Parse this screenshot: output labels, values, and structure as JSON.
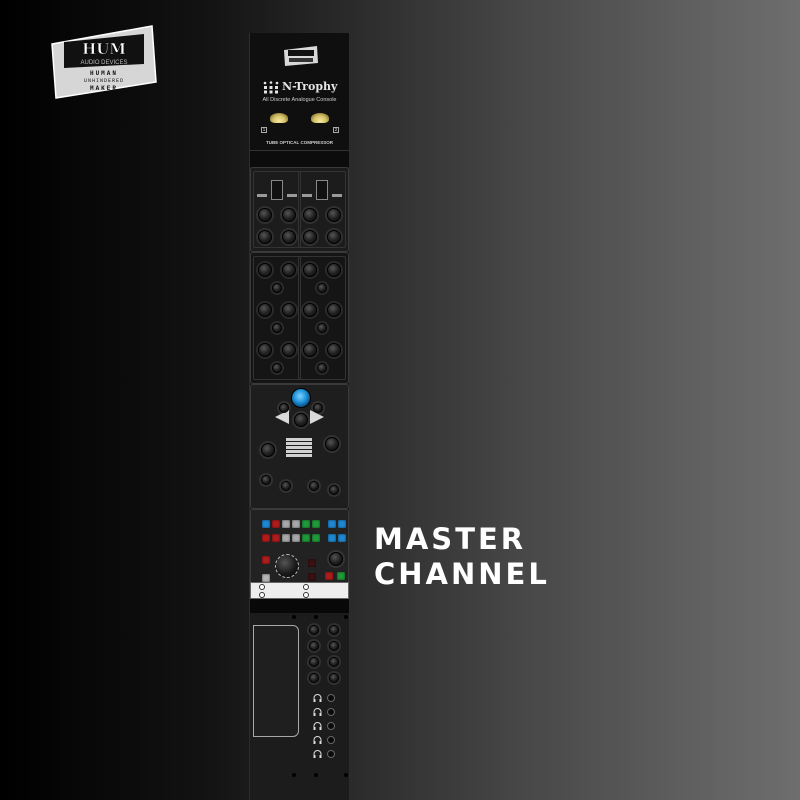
{
  "brand_logo": {
    "name": "HUM",
    "line1": "AUDIO DEVICES",
    "line2": "HUMAN",
    "line3": "UNHINDERED",
    "line4": "MAKER"
  },
  "headline": {
    "line1": "MASTER",
    "line2": "CHANNEL"
  },
  "console": {
    "header": {
      "product_name": "N-Trophy",
      "subtitle": "All Discrete Analogue Console",
      "meter_1_label": "1",
      "meter_2_label": "2",
      "footer_label": "TUBE OPTICAL COMPRESSOR"
    },
    "colors": {
      "meter_glow": "#d7c46a",
      "blue_knob": "#1b8fd6",
      "button_blue": "#1e88d4",
      "button_red": "#b01c1c",
      "button_grey": "#a9a9a9",
      "button_green": "#1f9a3a",
      "button_yellow": "#e6c200"
    }
  },
  "background": {
    "gradient_start": "#000000",
    "gradient_end": "#6e6e6e"
  }
}
